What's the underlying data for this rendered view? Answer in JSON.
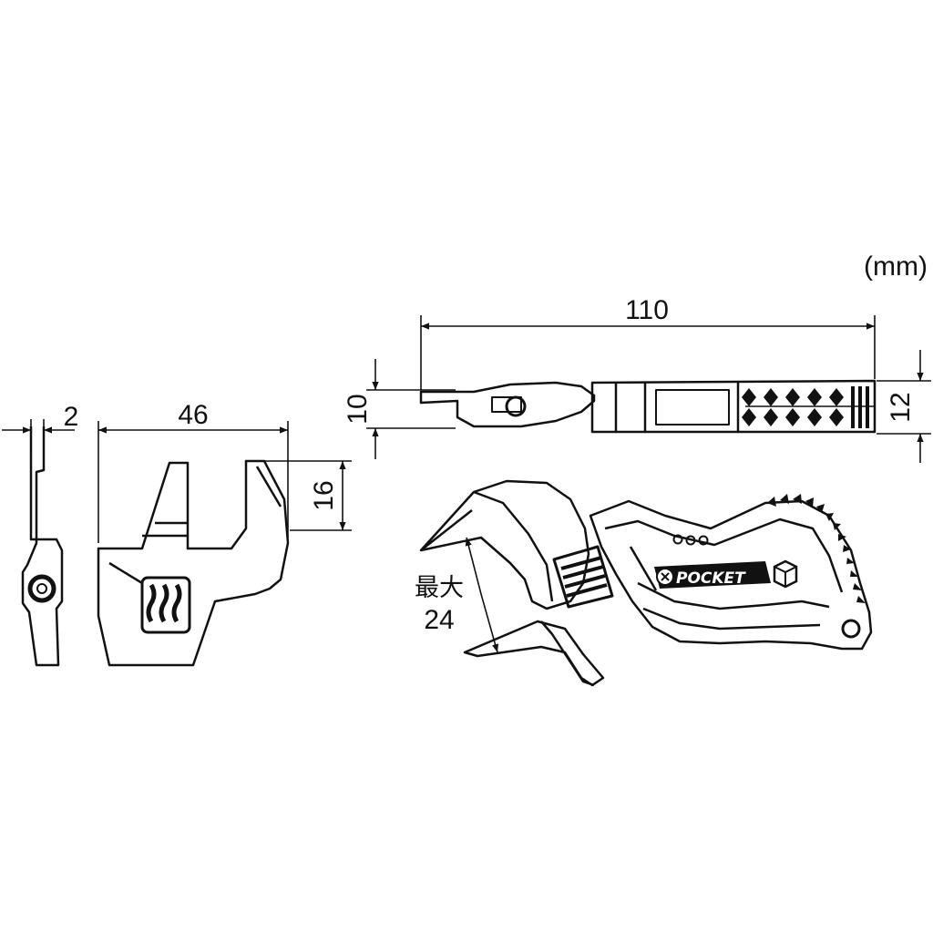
{
  "unit": "(mm)",
  "dimensions": {
    "thickness": "2",
    "head_width": "46",
    "jaw_depth": "16",
    "overall_length": "110",
    "head_height": "10",
    "handle_height": "12"
  },
  "max_opening": {
    "label": "最大",
    "value": "24"
  },
  "brand": "POCKET",
  "colors": {
    "ink": "#111111",
    "paper": "#ffffff"
  }
}
